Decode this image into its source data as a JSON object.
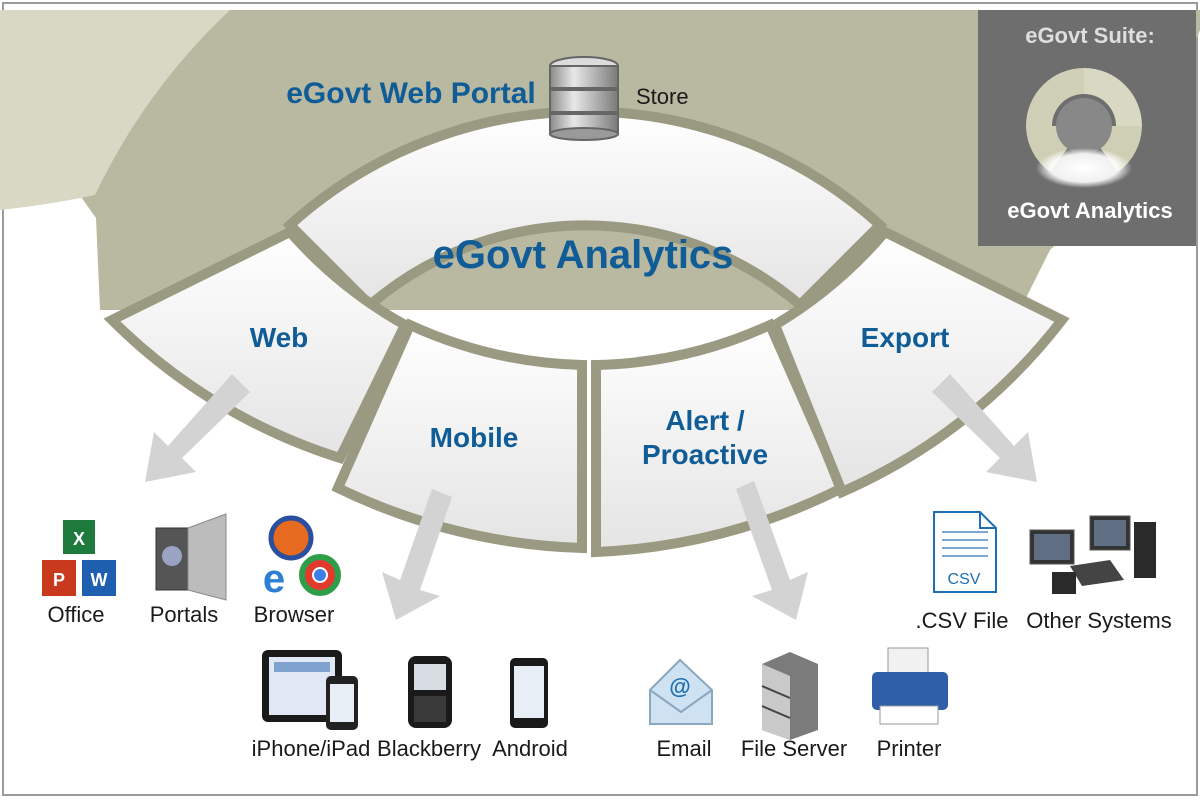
{
  "portal": {
    "title": "eGovt Web Portal",
    "store_label": "Store"
  },
  "center": {
    "title": "eGovt Analytics"
  },
  "channels": [
    {
      "name": "web",
      "label": "Web"
    },
    {
      "name": "mobile",
      "label": "Mobile"
    },
    {
      "name": "alert",
      "label_line1": "Alert /",
      "label_line2": "Proactive"
    },
    {
      "name": "export",
      "label": "Export"
    }
  ],
  "suite": {
    "heading": "eGovt Suite:",
    "caption": "eGovt Analytics"
  },
  "outputs": {
    "web": [
      "Office",
      "Portals",
      "Browser"
    ],
    "mobile": [
      "iPhone/iPad",
      "Blackberry",
      "Android"
    ],
    "alert": [
      "Email",
      "File Server",
      "Printer"
    ],
    "export": [
      ".CSV File",
      "Other Systems"
    ]
  },
  "csv_icon_text": "CSV",
  "icons": {
    "office": [
      "excel-icon",
      "powerpoint-icon",
      "word-icon"
    ],
    "portals": "portal-screen-icon",
    "browser": [
      "firefox-icon",
      "internet-explorer-icon",
      "chrome-icon"
    ],
    "mobile": [
      "tablet-phone-icon",
      "blackberry-icon",
      "android-phone-icon"
    ],
    "alert": [
      "email-envelope-icon",
      "file-server-icon",
      "printer-icon"
    ],
    "export": [
      "csv-file-icon",
      "computer-systems-icon"
    ]
  },
  "colors": {
    "title_blue": "#0f5c97",
    "outer_ring": "#b8b8a0",
    "inner_wedge": "#a9a98f",
    "segment_fill": "#ececec",
    "suite_box": "#6e6e6e"
  }
}
